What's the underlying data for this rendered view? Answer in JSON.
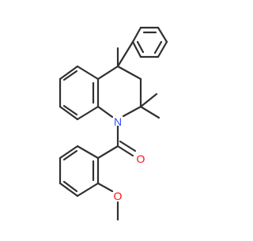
{
  "molecule": {
    "atoms": {
      "oxygen_carbonyl": {
        "symbol": "O",
        "color": "#ff0d0d"
      },
      "nitrogen": {
        "symbol": "N",
        "color": "#3050f8"
      },
      "oxygen_methoxy": {
        "symbol": "O",
        "color": "#ff0d0d"
      }
    },
    "bond_color": "#303030",
    "background": "#ffffff"
  }
}
